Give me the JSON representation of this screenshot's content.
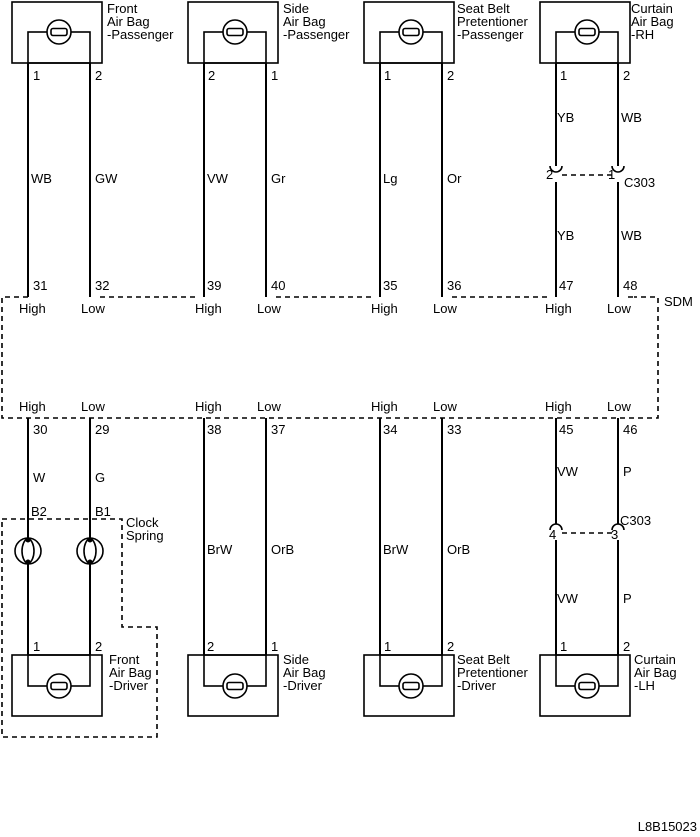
{
  "module": {
    "label": "SDM"
  },
  "drawing_id": "L8B15023",
  "top_components": [
    {
      "id": "front-airbag-passenger",
      "label_lines": [
        "Front",
        "Air Bag",
        "-Passenger"
      ],
      "pins": [
        "1",
        "2"
      ],
      "wire_colors": [
        "WB",
        "GW"
      ],
      "sdm_pins": [
        "31",
        "32"
      ],
      "sdm_labels": [
        "High",
        "Low"
      ]
    },
    {
      "id": "side-airbag-passenger",
      "label_lines": [
        "Side",
        "Air Bag",
        "-Passenger"
      ],
      "pins": [
        "2",
        "1"
      ],
      "wire_colors": [
        "VW",
        "Gr"
      ],
      "sdm_pins": [
        "39",
        "40"
      ],
      "sdm_labels": [
        "High",
        "Low"
      ]
    },
    {
      "id": "seatbelt-pretensioner-passenger",
      "label_lines": [
        "Seat Belt",
        "Pretentioner",
        "-Passenger"
      ],
      "pins": [
        "1",
        "2"
      ],
      "wire_colors": [
        "Lg",
        "Or"
      ],
      "sdm_pins": [
        "35",
        "36"
      ],
      "sdm_labels": [
        "High",
        "Low"
      ]
    },
    {
      "id": "curtain-airbag-rh",
      "label_lines": [
        "Curtain",
        "Air Bag",
        "-RH"
      ],
      "pins": [
        "1",
        "2"
      ],
      "wire_colors_upper": [
        "YB",
        "WB"
      ],
      "wire_colors_lower": [
        "YB",
        "WB"
      ],
      "connector": {
        "label": "C303",
        "pins": [
          "2",
          "1"
        ]
      },
      "sdm_pins": [
        "47",
        "48"
      ],
      "sdm_labels": [
        "High",
        "Low"
      ]
    }
  ],
  "bottom_components": [
    {
      "id": "front-airbag-driver",
      "label_lines": [
        "Front",
        "Air Bag",
        "-Driver"
      ],
      "pins": [
        "1",
        "2"
      ],
      "sdm_pins": [
        "30",
        "29"
      ],
      "sdm_labels": [
        "High",
        "Low"
      ],
      "wire_colors_upper": [
        "W",
        "G"
      ],
      "clock_spring": {
        "label_lines": [
          "Clock",
          "Spring"
        ],
        "pins": [
          "B2",
          "B1"
        ]
      }
    },
    {
      "id": "side-airbag-driver",
      "label_lines": [
        "Side",
        "Air Bag",
        "-Driver"
      ],
      "pins": [
        "2",
        "1"
      ],
      "wire_colors": [
        "BrW",
        "OrB"
      ],
      "sdm_pins": [
        "38",
        "37"
      ],
      "sdm_labels": [
        "High",
        "Low"
      ]
    },
    {
      "id": "seatbelt-pretensioner-driver",
      "label_lines": [
        "Seat Belt",
        "Pretentioner",
        "-Driver"
      ],
      "pins": [
        "1",
        "2"
      ],
      "wire_colors": [
        "BrW",
        "OrB"
      ],
      "sdm_pins": [
        "34",
        "33"
      ],
      "sdm_labels": [
        "High",
        "Low"
      ]
    },
    {
      "id": "curtain-airbag-lh",
      "label_lines": [
        "Curtain",
        "Air Bag",
        "-LH"
      ],
      "pins": [
        "1",
        "2"
      ],
      "wire_colors_upper": [
        "VW",
        "P"
      ],
      "wire_colors_lower": [
        "VW",
        "P"
      ],
      "connector": {
        "label": "C303",
        "pins": [
          "4",
          "3"
        ]
      },
      "sdm_pins": [
        "45",
        "46"
      ],
      "sdm_labels": [
        "High",
        "Low"
      ]
    }
  ]
}
